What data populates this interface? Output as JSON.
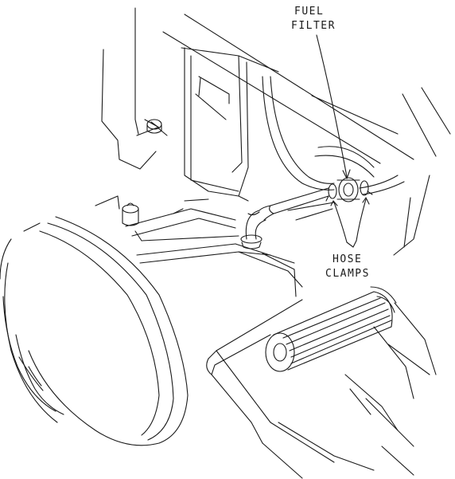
{
  "labels": {
    "fuel_filter": [
      "FUEL",
      "FILTER"
    ],
    "hose_clamps": [
      "HOSE",
      "CLAMPS"
    ]
  },
  "colors": {
    "ink": "#1a1a1a",
    "paper": "#ffffff"
  }
}
